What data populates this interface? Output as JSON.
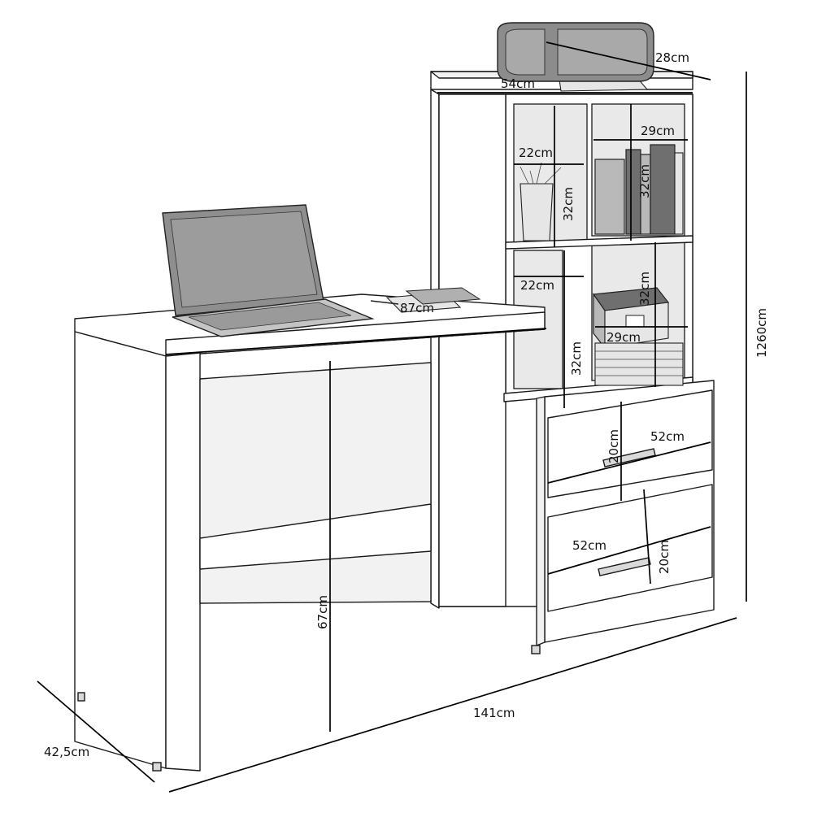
{
  "dimensions": {
    "printer_depth": "28cm",
    "top_width": "54cm",
    "shelf_width_upper": "29cm",
    "cubby_width_upper": "22cm",
    "cubby_height_upper_left": "32cm",
    "cubby_height_upper_right": "32cm",
    "cubby_width_lower": "22cm",
    "cubby_height_lower_right": "32cm",
    "shelf_width_lower": "29cm",
    "cubby_height_lower_left": "32cm",
    "desk_width": "87cm",
    "drawer_height_upper": "20cm",
    "drawer_width_upper": "52cm",
    "drawer_width_lower": "52cm",
    "drawer_height_lower": "20cm",
    "desk_height": "67cm",
    "total_height": "1260cm",
    "total_width": "141cm",
    "depth": "42,5cm"
  }
}
